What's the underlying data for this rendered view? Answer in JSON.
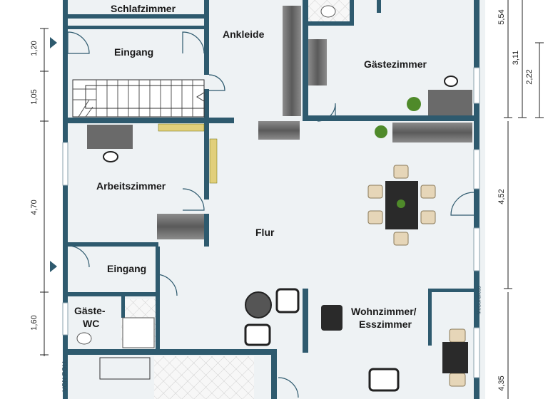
{
  "rooms": {
    "schlafzimmer": "Schlafzimmer",
    "ankleide": "Ankleide",
    "eingang_top": "Eingang",
    "gaestezimmer": "Gästezimmer",
    "arbeitszimmer": "Arbeitszimmer",
    "flur": "Flur",
    "eingang_bottom": "Eingang",
    "gaeste_wc_line1": "Gäste-",
    "gaeste_wc_line2": "WC",
    "wohnzimmer_line1": "Wohnzimmer/",
    "wohnzimmer_line2": "Esszimmer"
  },
  "dimensions_left": [
    "1,20",
    "1,05",
    "4,70",
    "1,60"
  ],
  "dimensions_right": [
    "5,54",
    "3,11",
    "2,22",
    "4,52",
    "4,35"
  ],
  "watermarks": [
    "McGundress",
    "VON POLL"
  ],
  "colors": {
    "wall": "#2e5a6e",
    "floor": "#eef2f4",
    "tile": "#f6f6f6",
    "furniture_dark": "#555555",
    "furniture_light": "#9a9a9a",
    "chair": "#e6d6b8",
    "plant": "#4f8a2a"
  }
}
